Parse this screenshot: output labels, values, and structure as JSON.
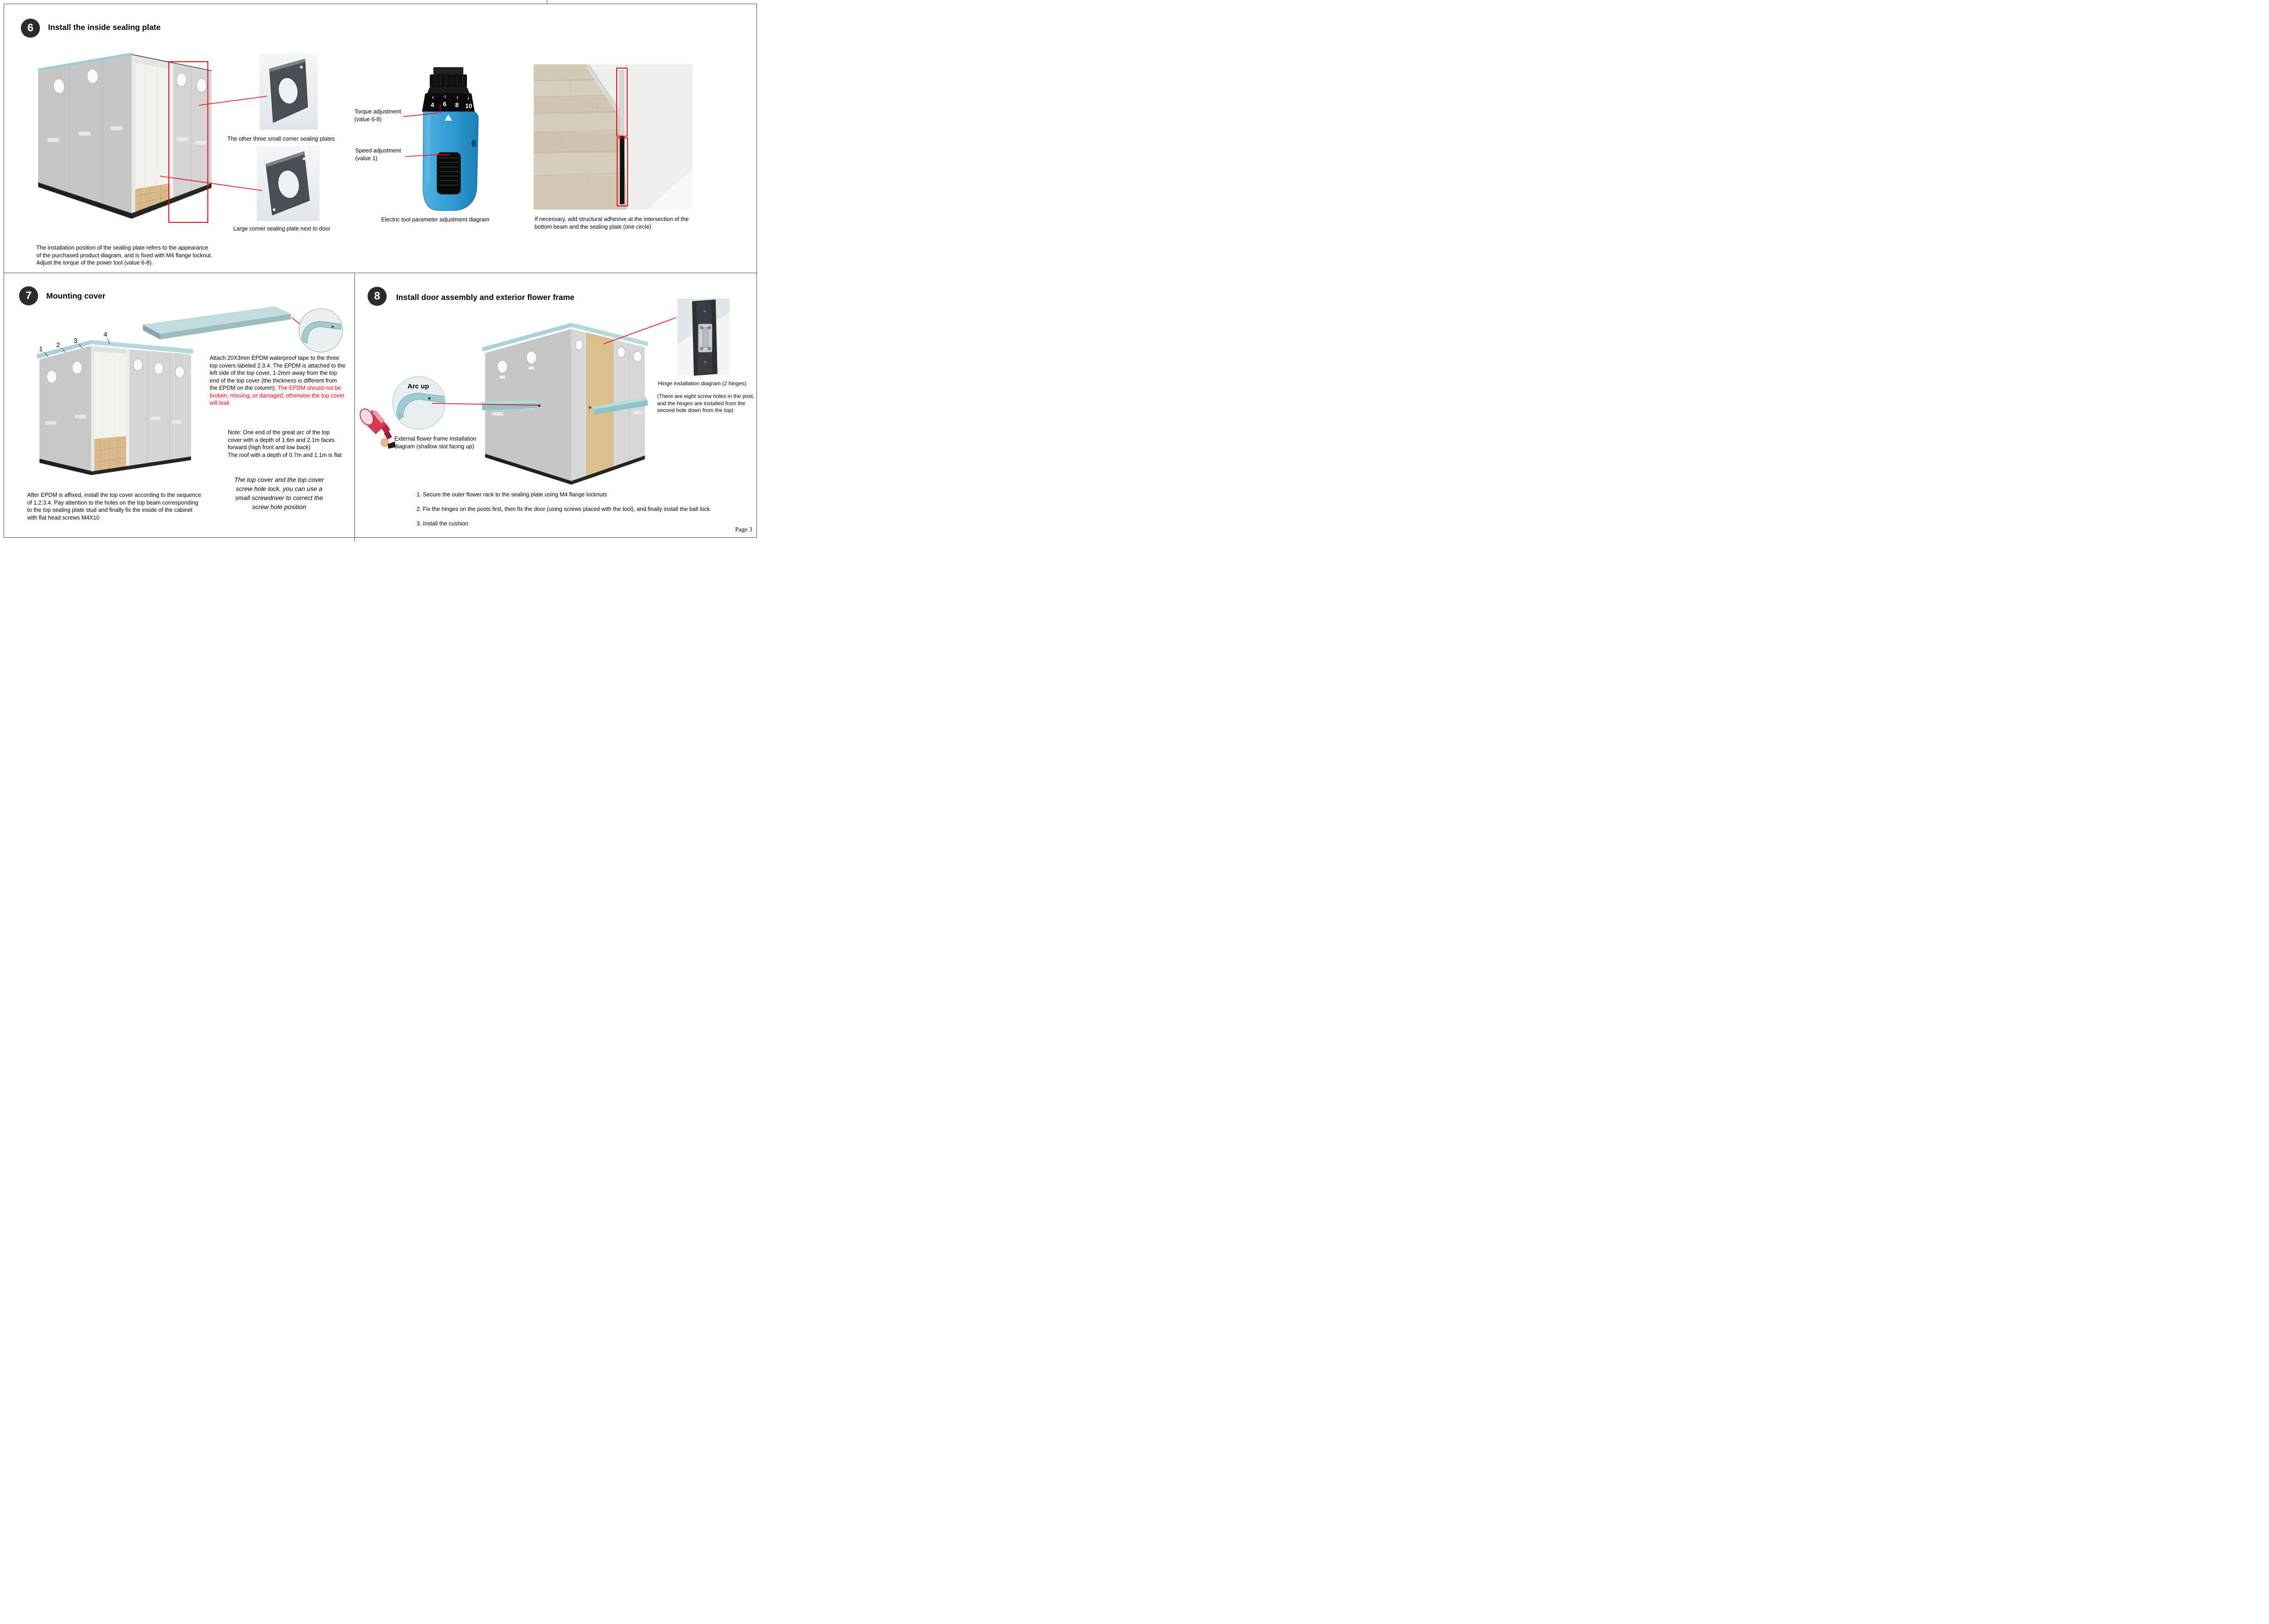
{
  "page": {
    "label": "Page 3"
  },
  "colors": {
    "accent_red": "#e60012",
    "roof_teal": "#a6d4d8",
    "door_tan": "#dcc08d",
    "drill_blue": "#2f9ad2",
    "plate_gray": "#4a4f55"
  },
  "step6": {
    "number": "6",
    "title": "Install the inside sealing plate",
    "small_plates_label": "The other three small corner sealing plates",
    "large_plate_label": "Large corner sealing plate next to door",
    "torque_label": "Torque adjustment\n(value 6-8)",
    "speed_label": "Speed adjustment\n(value 1)",
    "tool_caption": "Electric tool parameter adjustment diagram",
    "adhesive_caption": "If necessary, add structural adhesive at the intersection of the\nbottom beam and the sealing plate (one circle)",
    "body": "The installation position of the sealing plate refers to the appearance\n of the purchased product diagram, and is fixed with M4 flange locknut.\n Adjust the torque of the power tool (value 6-8).",
    "drill_numbers": [
      "4",
      "6",
      "8",
      "10"
    ]
  },
  "step7": {
    "number": "7",
    "title": "Mounting cover",
    "cover_numbers": [
      "1",
      "2",
      "3",
      "4"
    ],
    "epdm_text": "Attach 20X3mm EPDM waterproof tape to the three top covers labeled 2.3.4. The EPDM is attached to the left side of the top cover, 1-2mm away from the top end of the top cover (the thickness is different from the EPDM on the column). ",
    "epdm_warning": "The EPDM should not be broken, missing, or damaged, otherwise the top cover will leak",
    "note": "Note: One end of the great arc of the top\ncover with a depth of 1.6m and 2.1m faces\nforward (high front and low back)\nThe roof with a depth of 0.7m and 1.1m is flat",
    "screwdriver_tip": "The top cover and the top cover\nscrew hole lock, you can use a\nsmall screwdriver to correct the\nscrew hole position",
    "body": "After EPDM is affixed, install the top cover according to the sequence\nof 1.2.3.4. Pay attention to the holes on the top beam corresponding\nto the top sealing plate stud and finally fix the inside of the cabinet\nwith flat head screws M4X10"
  },
  "step8": {
    "number": "8",
    "title": "Install door assembly and exterior flower frame",
    "arc_label": "Arc up",
    "flower_caption": "External flower frame installation\ndiagram (shallow slot facing up)",
    "hinge_caption": "Hinge installation diagram (2 hinges)",
    "hinge_note": "(There are eight screw holes in the post,\nand the hinges are installed from the\nsecond hole down from the top)",
    "instructions": [
      "1. Secure the outer flower rack to the sealing plate using M4 flange locknuts",
      "2. Fix the hinges on the posts first, then fix the door (using screws placed with the tool), and finally install the ball lock",
      "3. Install the cushion"
    ]
  }
}
